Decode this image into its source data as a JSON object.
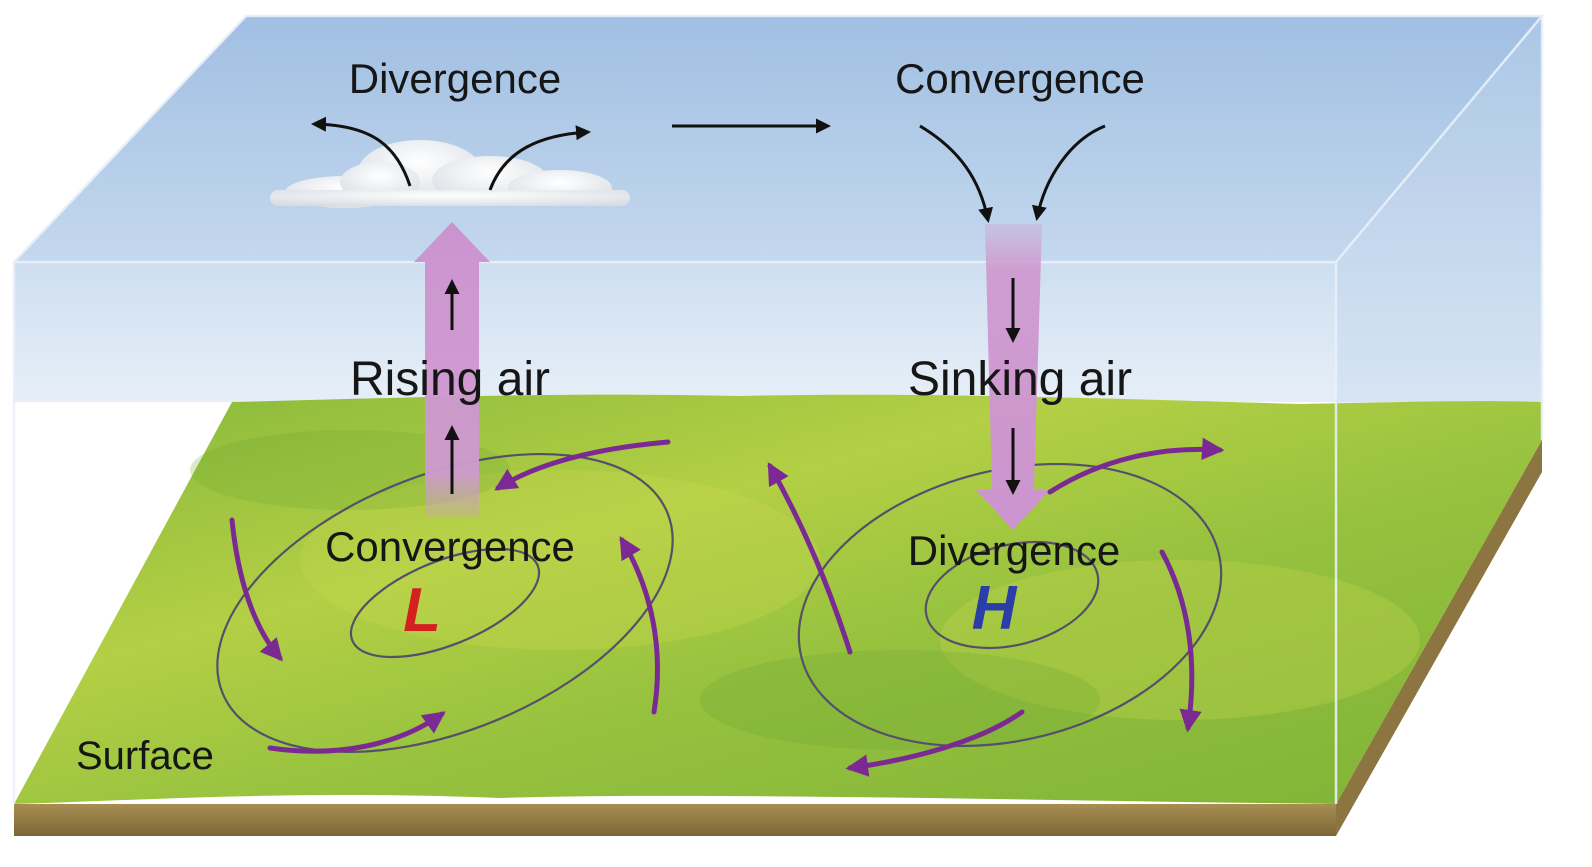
{
  "labels": {
    "aloft_left": "Divergence",
    "aloft_right": "Convergence",
    "rising": "Rising air",
    "sinking": "Sinking air",
    "surface_left": "Convergence",
    "surface_right": "Divergence",
    "surface": "Surface"
  },
  "symbols": {
    "low": {
      "text": "L",
      "color": "#d42020"
    },
    "high": {
      "text": "H",
      "color": "#2a3ea8"
    }
  },
  "colors": {
    "sky_top": "#a7c3e3",
    "sky_bottom": "#e4eef8",
    "ground": "#8fbd3a",
    "soil": "#9a8148",
    "air_column": "#cf9ad0",
    "wind_arrow": "#7c2a93",
    "isobar": "#55506a"
  }
}
